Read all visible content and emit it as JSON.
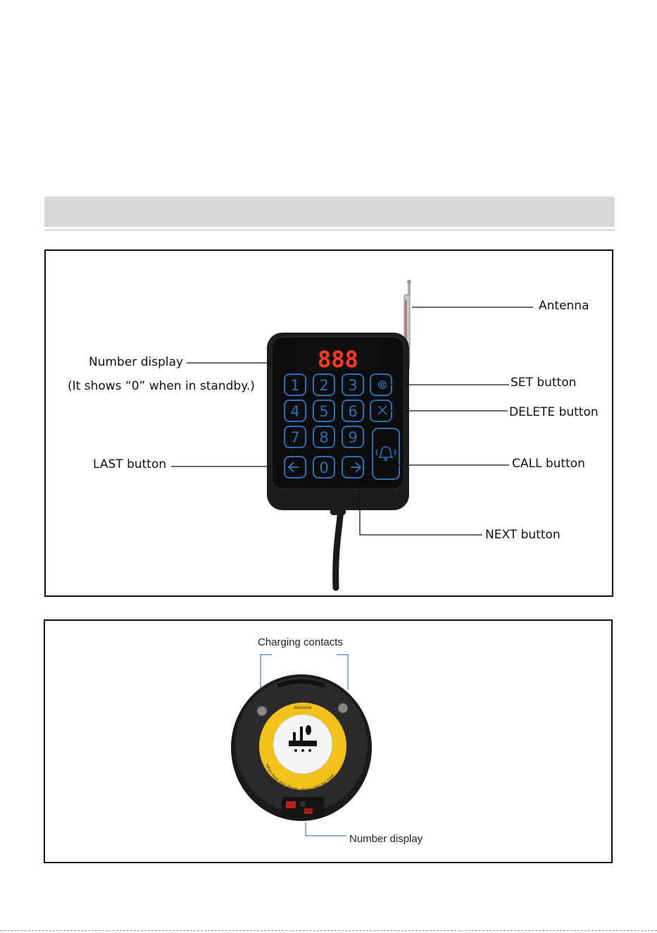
{
  "transmitter": {
    "display_digits": "888",
    "keypad_keys": [
      "1",
      "2",
      "3",
      "4",
      "5",
      "6",
      "7",
      "8",
      "9",
      "0"
    ],
    "labels": {
      "antenna": "Antenna",
      "number_display": "Number display",
      "standby_note": "(It shows “0” when in standby.)",
      "set_button": "SET button",
      "delete_button": "DELETE button",
      "last_button": "LAST button",
      "call_button": "CALL button",
      "next_button": "NEXT button"
    }
  },
  "pager": {
    "badge_text": "Welcome",
    "ring_text": "When flash and vibrate, please take the meal",
    "labels": {
      "charging_contacts": "Charging contacts",
      "number_display": "Number display"
    }
  }
}
